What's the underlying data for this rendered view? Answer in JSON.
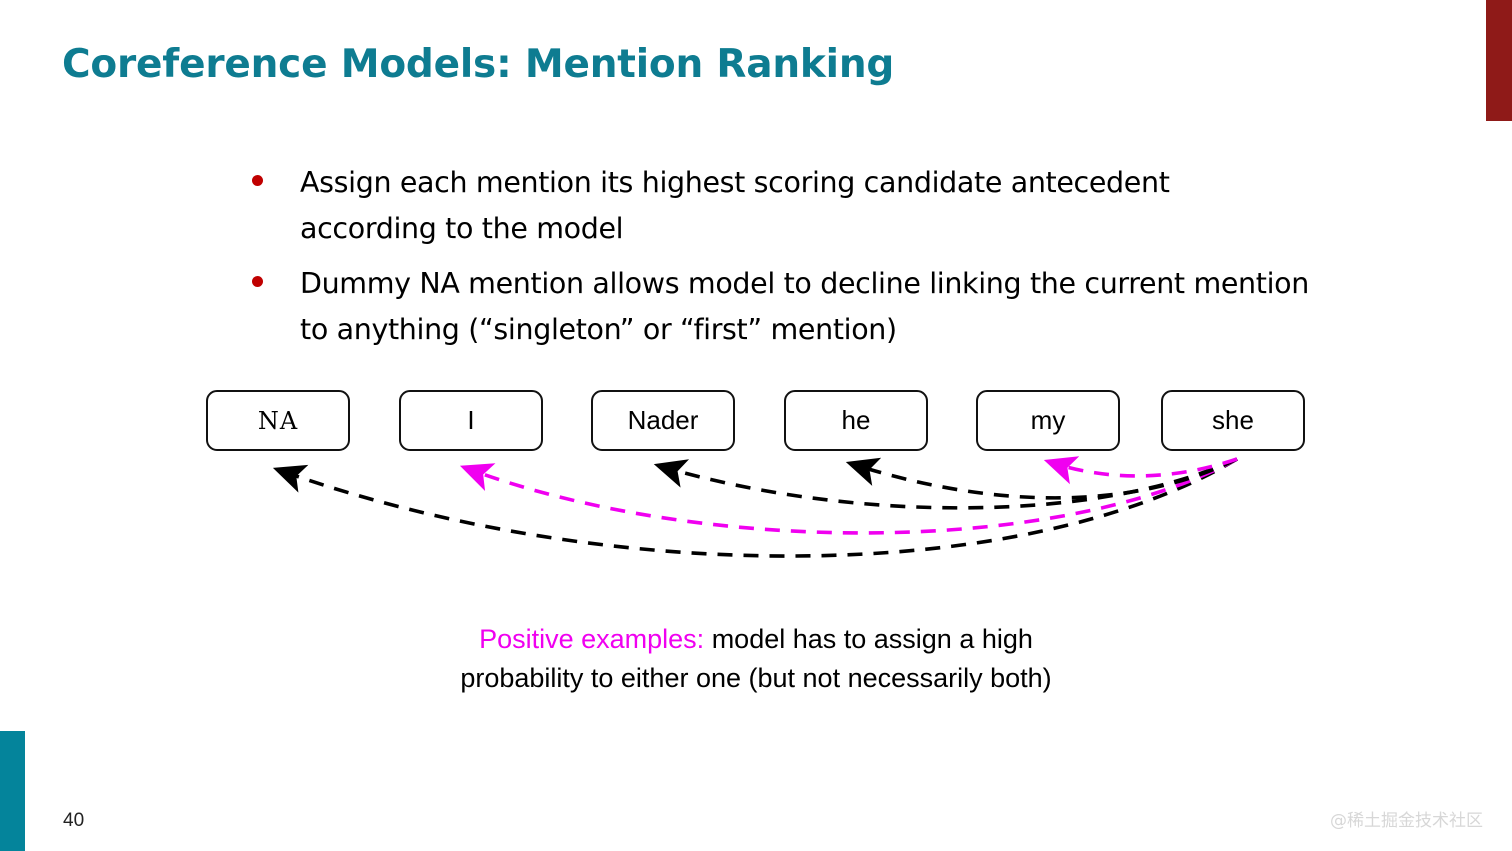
{
  "slide": {
    "title": "Coreference Models: Mention Ranking",
    "number": "40",
    "watermark": "@稀土掘金技术社区",
    "accent_teal": "#0E7C91",
    "accent_red": "#8F1A18",
    "bullet_color": "#C00000",
    "magenta": "#F000F0"
  },
  "bullets": [
    {
      "text": "Assign each mention its highest scoring candidate antecedent according to the model"
    },
    {
      "text": "Dummy NA mention allows model to decline linking the current mention to anything (“singleton” or “first” mention)"
    }
  ],
  "diagram": {
    "mentions": [
      {
        "label": "NA",
        "style": "mono"
      },
      {
        "label": "I",
        "style": "sans"
      },
      {
        "label": "Nader",
        "style": "sans"
      },
      {
        "label": "he",
        "style": "sans"
      },
      {
        "label": "my",
        "style": "sans"
      },
      {
        "label": "she",
        "style": "sans"
      }
    ],
    "source_mention": "she",
    "arcs": [
      {
        "from": "she",
        "to": "NA",
        "color": "black",
        "style": "dashed"
      },
      {
        "from": "she",
        "to": "I",
        "color": "magenta",
        "style": "dashed"
      },
      {
        "from": "she",
        "to": "Nader",
        "color": "black",
        "style": "dashed"
      },
      {
        "from": "she",
        "to": "he",
        "color": "black",
        "style": "dashed"
      },
      {
        "from": "she",
        "to": "my",
        "color": "magenta",
        "style": "dashed"
      }
    ]
  },
  "caption": {
    "highlight": "Positive examples:",
    "line1_rest": " model has to assign a high",
    "line2": "probability to either one (but not necessarily both)"
  }
}
